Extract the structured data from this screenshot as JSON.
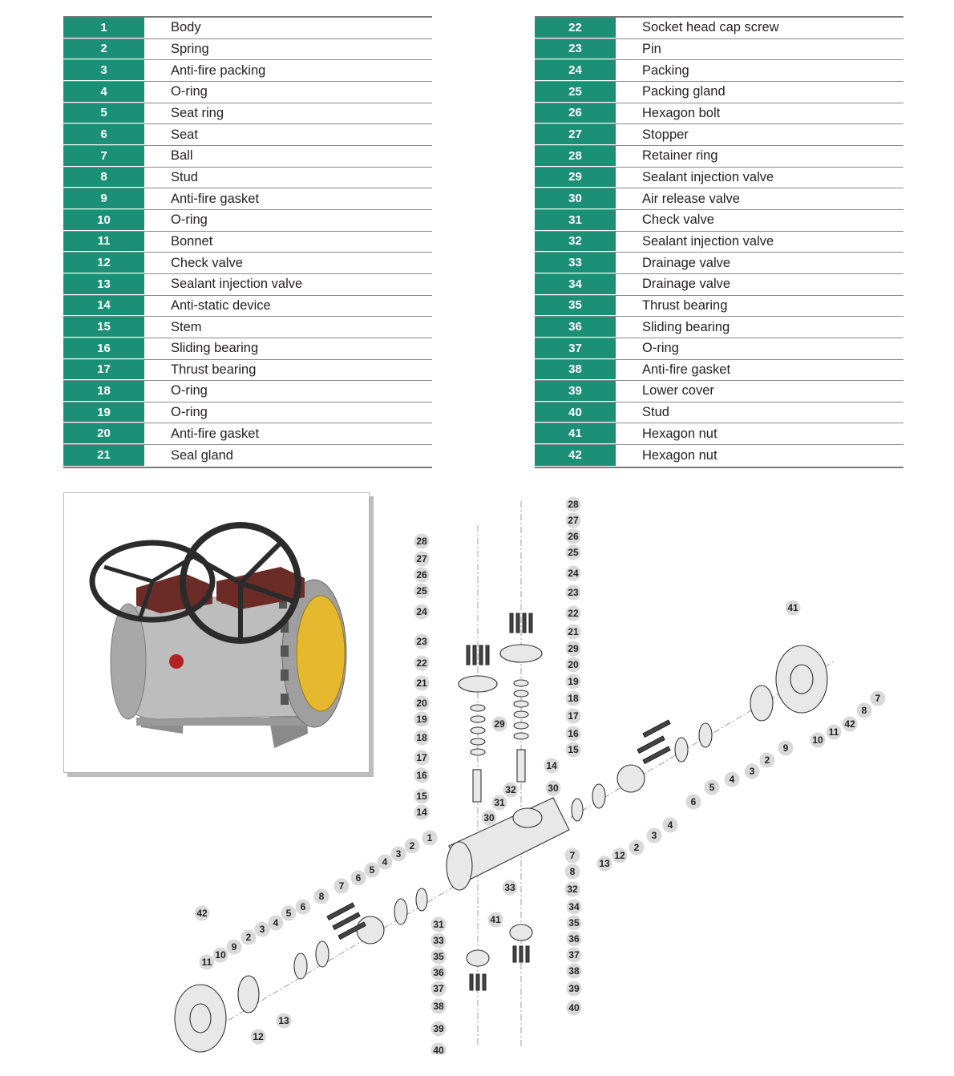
{
  "parts_left": [
    {
      "no": "1",
      "name": "Body"
    },
    {
      "no": "2",
      "name": "Spring"
    },
    {
      "no": "3",
      "name": "Anti-fire packing"
    },
    {
      "no": "4",
      "name": "O-ring"
    },
    {
      "no": "5",
      "name": "Seat ring"
    },
    {
      "no": "6",
      "name": "Seat"
    },
    {
      "no": "7",
      "name": "Ball"
    },
    {
      "no": "8",
      "name": "Stud"
    },
    {
      "no": "9",
      "name": "Anti-fire gasket"
    },
    {
      "no": "10",
      "name": "O-ring"
    },
    {
      "no": "11",
      "name": "Bonnet"
    },
    {
      "no": "12",
      "name": "Check valve"
    },
    {
      "no": "13",
      "name": "Sealant injection valve"
    },
    {
      "no": "14",
      "name": "Anti-static device"
    },
    {
      "no": "15",
      "name": "Stem"
    },
    {
      "no": "16",
      "name": "Sliding bearing"
    },
    {
      "no": "17",
      "name": "Thrust bearing"
    },
    {
      "no": "18",
      "name": "O-ring"
    },
    {
      "no": "19",
      "name": "O-ring"
    },
    {
      "no": "20",
      "name": "Anti-fire gasket"
    },
    {
      "no": "21",
      "name": "Seal gland"
    }
  ],
  "parts_right": [
    {
      "no": "22",
      "name": "Socket head cap screw"
    },
    {
      "no": "23",
      "name": "Pin"
    },
    {
      "no": "24",
      "name": "Packing"
    },
    {
      "no": "25",
      "name": "Packing gland"
    },
    {
      "no": "26",
      "name": "Hexagon bolt"
    },
    {
      "no": "27",
      "name": "Stopper"
    },
    {
      "no": "28",
      "name": "Retainer ring"
    },
    {
      "no": "29",
      "name": "Sealant injection valve"
    },
    {
      "no": "30",
      "name": "Air release valve"
    },
    {
      "no": "31",
      "name": "Check valve"
    },
    {
      "no": "32",
      "name": "Sealant injection valve"
    },
    {
      "no": "33",
      "name": "Drainage valve"
    },
    {
      "no": "34",
      "name": "Drainage valve"
    },
    {
      "no": "35",
      "name": "Thrust bearing"
    },
    {
      "no": "36",
      "name": "Sliding bearing"
    },
    {
      "no": "37",
      "name": "O-ring"
    },
    {
      "no": "38",
      "name": "Anti-fire gasket"
    },
    {
      "no": "39",
      "name": "Lower cover"
    },
    {
      "no": "40",
      "name": "Stud"
    },
    {
      "no": "41",
      "name": "Hexagon nut"
    },
    {
      "no": "42",
      "name": "Hexagon nut"
    }
  ],
  "callouts": [
    "28",
    "27",
    "26",
    "25",
    "24",
    "23",
    "22",
    "21",
    "20",
    "19",
    "18",
    "17",
    "16",
    "15",
    "14",
    "28",
    "27",
    "26",
    "25",
    "24",
    "23",
    "22",
    "21",
    "29",
    "20",
    "19",
    "18",
    "17",
    "16",
    "15",
    "14",
    "29",
    "30",
    "32",
    "31",
    "30",
    "1",
    "2",
    "3",
    "4",
    "5",
    "6",
    "7",
    "8",
    "9",
    "10",
    "11",
    "12",
    "13",
    "42",
    "2",
    "3",
    "4",
    "5",
    "6",
    "7",
    "8",
    "32",
    "31",
    "33",
    "35",
    "36",
    "37",
    "38",
    "39",
    "40",
    "41",
    "33",
    "34",
    "35",
    "36",
    "37",
    "38",
    "39",
    "40",
    "41",
    "42",
    "11",
    "10",
    "9",
    "2",
    "3",
    "4",
    "5",
    "6",
    "7",
    "8",
    "13",
    "12",
    "2",
    "3",
    "4",
    "5",
    "6"
  ],
  "colors": {
    "accent": "#1c8f77",
    "callout_fill": "#d9d9d9",
    "flange_face": "#e5b82e",
    "handwheel": "#2b2b2b",
    "gearbox": "#6b2b27",
    "body": "#b9b9b9"
  }
}
